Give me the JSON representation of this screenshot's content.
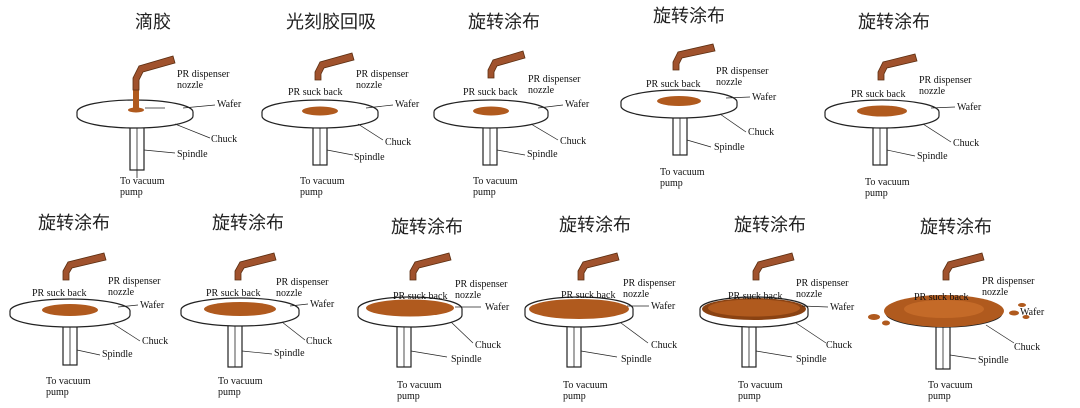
{
  "colors": {
    "resist": "#b05a1e",
    "resist_dark": "#8a4212",
    "nozzle": "#a0522d",
    "line": "#222222"
  },
  "labels": {
    "nozzle": "PR dispenser",
    "nozzle2": "nozzle",
    "suck_back": "PR suck back",
    "wafer": "Wafer",
    "chuck": "Chuck",
    "spindle": "Spindle",
    "vacuum": "To vacuum",
    "vacuum2": "pump"
  },
  "steps": [
    {
      "title": "滴胶"
    },
    {
      "title": "光刻胶回吸"
    },
    {
      "title": "旋转涂布"
    },
    {
      "title": "旋转涂布"
    },
    {
      "title": "旋转涂布"
    },
    {
      "title": "旋转涂布"
    },
    {
      "title": "旋转涂布"
    },
    {
      "title": "旋转涂布"
    },
    {
      "title": "旋转涂布"
    },
    {
      "title": "旋转涂布"
    },
    {
      "title": "旋转涂布"
    }
  ]
}
